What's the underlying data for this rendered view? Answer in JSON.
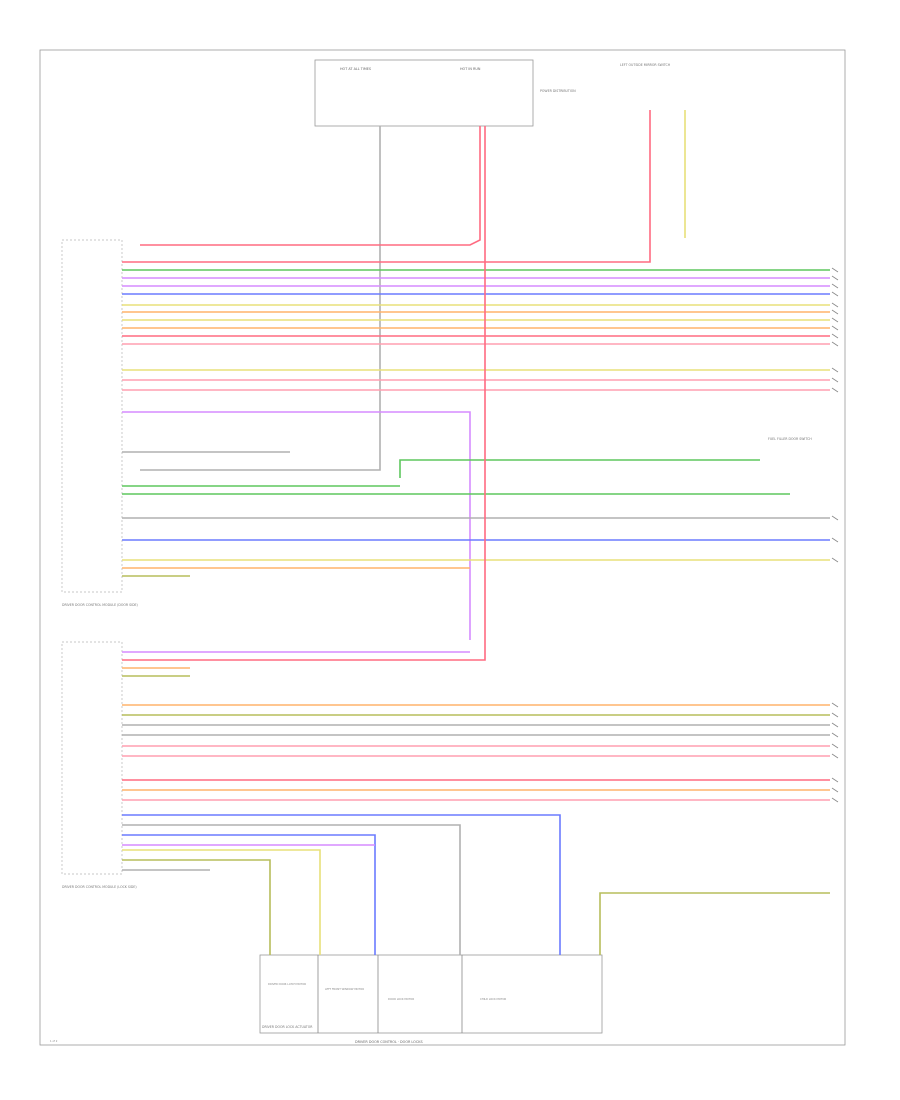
{
  "diagram": {
    "footer_caption": "DRIVER DOOR CONTROL · DOOR LOCKS",
    "page_ref": "1 of 2",
    "colors": {
      "red": "#ff6b81",
      "pink": "#ff9fb0",
      "green": "#5ec75e",
      "blue": "#6b7bff",
      "violet": "#d58cff",
      "yellow": "#e8e07a",
      "olive": "#b7bd5c",
      "orange": "#ffb36b",
      "gray": "#b0b0b0",
      "mint": "#8fdc9a"
    },
    "labels": {
      "fuse_top": "HOT AT ALL TIMES",
      "fuse_right": "HOT IN RUN",
      "power_dist": "POWER DISTRIBUTION",
      "mirror": "LEFT OUTSIDE MIRROR SWITCH",
      "module_a": "DRIVER DOOR CONTROL MODULE (DOOR SIDE)",
      "module_b": "DRIVER DOOR CONTROL MODULE (LOCK SIDE)",
      "module_c": "DRIVER DOOR LOCK ACTUATOR",
      "switch_right": "FUEL FILLER DOOR SWITCH",
      "actuator_1": "DRIVER DOOR LATCH MOTOR",
      "actuator_2": "LEFT FRONT WINDOW MOTOR",
      "actuator_3": "DOOR LOCK MOTOR",
      "actuator_4": "CHILD LOCK MOTOR"
    }
  }
}
